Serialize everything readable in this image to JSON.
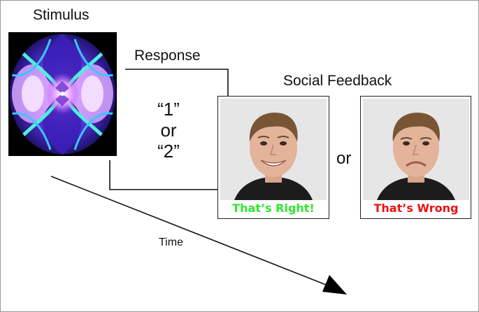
{
  "stimulus": {
    "title": "Stimulus"
  },
  "response": {
    "title": "Response",
    "choice_line1": "“1”",
    "choice_line2": "or",
    "choice_line3": "“2”"
  },
  "feedback": {
    "title": "Social Feedback",
    "separator": "or",
    "positive_caption": "That’s Right!",
    "negative_caption": "That’s Wrong",
    "colors": {
      "positive": "#2ee82e",
      "negative": "#ee1111"
    }
  },
  "timeline": {
    "label": "Time"
  }
}
